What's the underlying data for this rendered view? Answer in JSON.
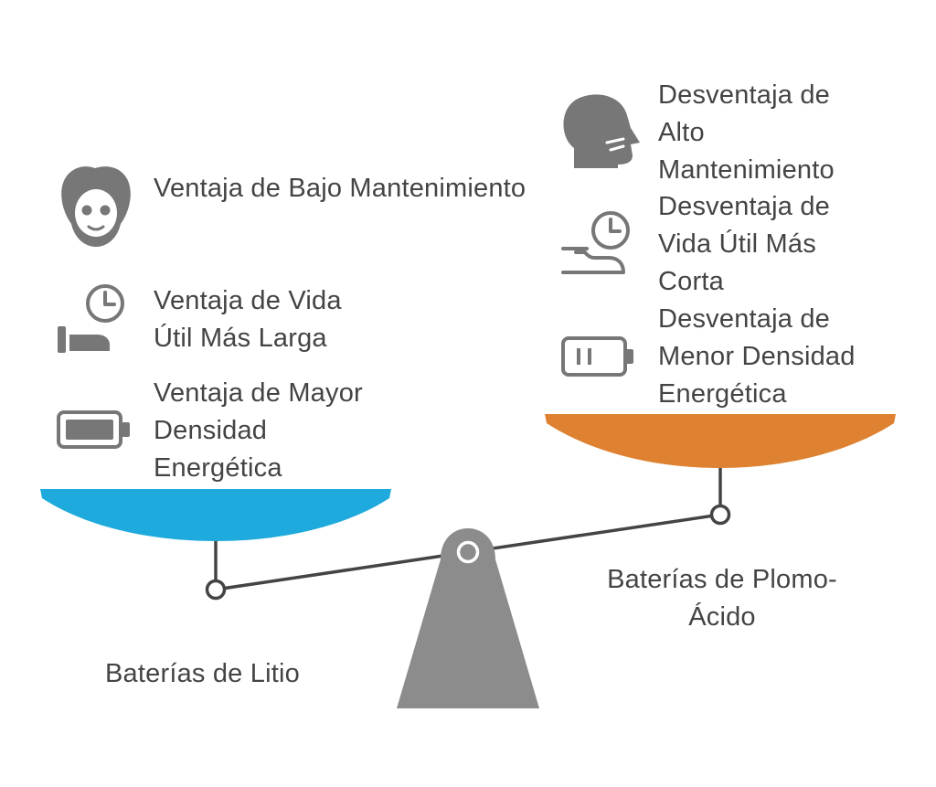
{
  "colors": {
    "left_pan": "#1eaadc",
    "right_pan": "#de8232",
    "icon_gray": "#777777",
    "fulcrum_gray": "#8c8c8c",
    "beam": "#444444",
    "text": "#444444"
  },
  "left": {
    "name": "Baterías de Litio",
    "items": [
      {
        "label": "Ventaja de Bajo Mantenimiento",
        "icon": "smiling-face-spa-icon"
      },
      {
        "label": "Ventaja de Vida Útil Más Larga",
        "icon": "hand-clock-icon"
      },
      {
        "label": "Ventaja de Mayor Densidad Energética",
        "icon": "full-battery-icon"
      }
    ]
  },
  "right": {
    "name": "Baterías de Plomo-Ácido",
    "items": [
      {
        "label": "Desventaja de Alto Mantenimiento",
        "icon": "frustrated-head-icon"
      },
      {
        "label": "Desventaja de Vida Útil Más Corta",
        "icon": "hand-clock-icon"
      },
      {
        "label": "Desventaja de Menor Densidad Energética",
        "icon": "low-battery-icon"
      }
    ]
  }
}
